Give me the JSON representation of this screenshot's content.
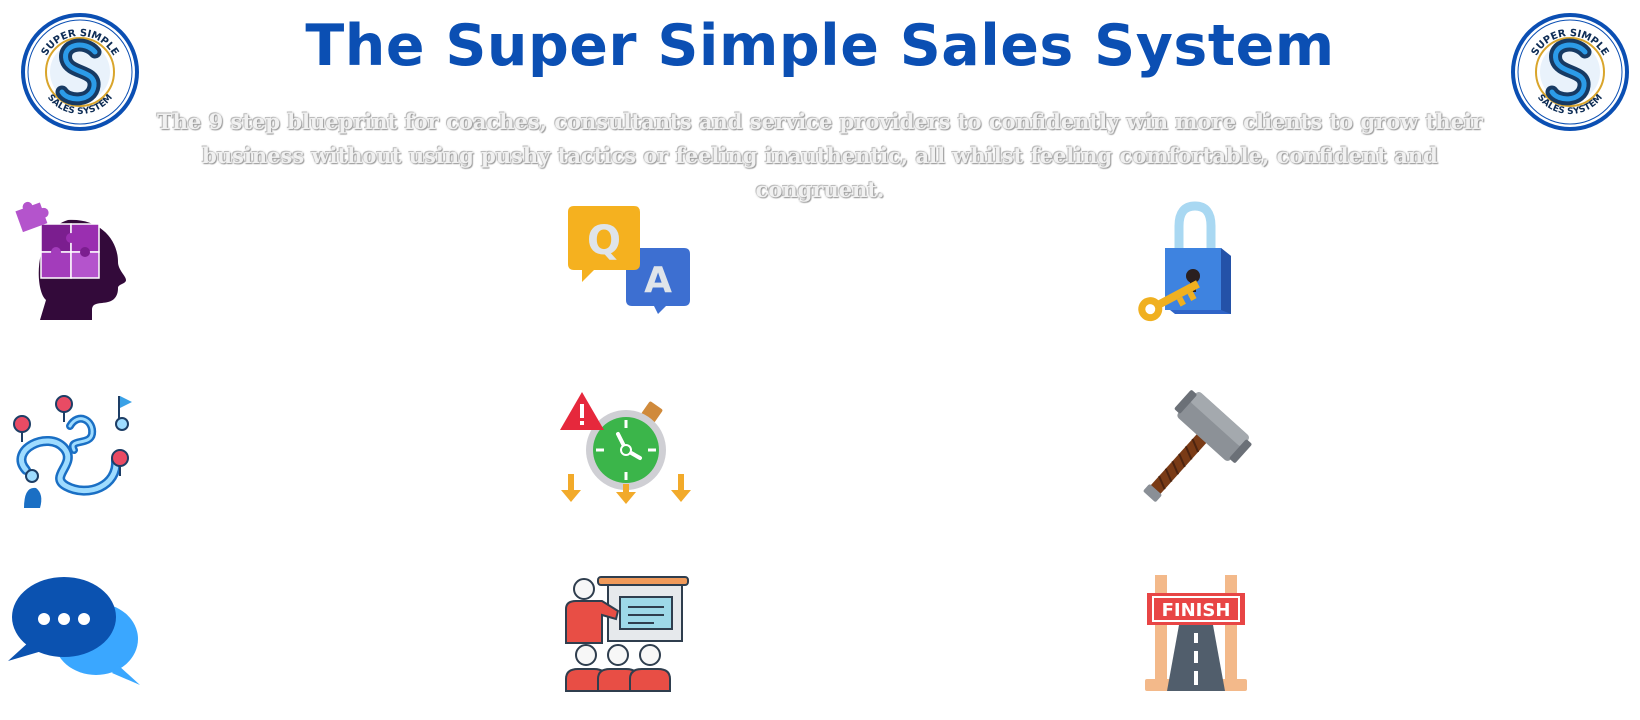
{
  "header": {
    "title": "The Super Simple Sales System",
    "subtitle": "The 9 step blueprint for coaches, consultants and service providers to confidently win more clients to grow their business without using pushy tactics or feeling inauthentic, all whilst feeling comfortable, confident and congruent."
  },
  "logo": {
    "top_text": "SUPER SIMPLE",
    "bottom_text": "SALES SYSTEM",
    "letter": "S",
    "colors": {
      "ring": "#0b4fb3",
      "gold": "#d9a52b",
      "dark": "#173a63",
      "light": "#2c9be8"
    }
  },
  "icons": [
    {
      "name": "mindset-puzzle-head-icon"
    },
    {
      "name": "q-and-a-icon",
      "q_label": "Q",
      "a_label": "A"
    },
    {
      "name": "lock-and-key-icon"
    },
    {
      "name": "roadmap-journey-icon"
    },
    {
      "name": "alarm-clock-urgency-icon"
    },
    {
      "name": "hammer-icon"
    },
    {
      "name": "chat-bubbles-icon"
    },
    {
      "name": "presentation-audience-icon"
    },
    {
      "name": "finish-line-icon",
      "banner_label": "FINISH"
    }
  ],
  "colors": {
    "title": "#0b4fb3",
    "background": "#ffffff",
    "subtitle_fill": "#f1f1f1"
  }
}
